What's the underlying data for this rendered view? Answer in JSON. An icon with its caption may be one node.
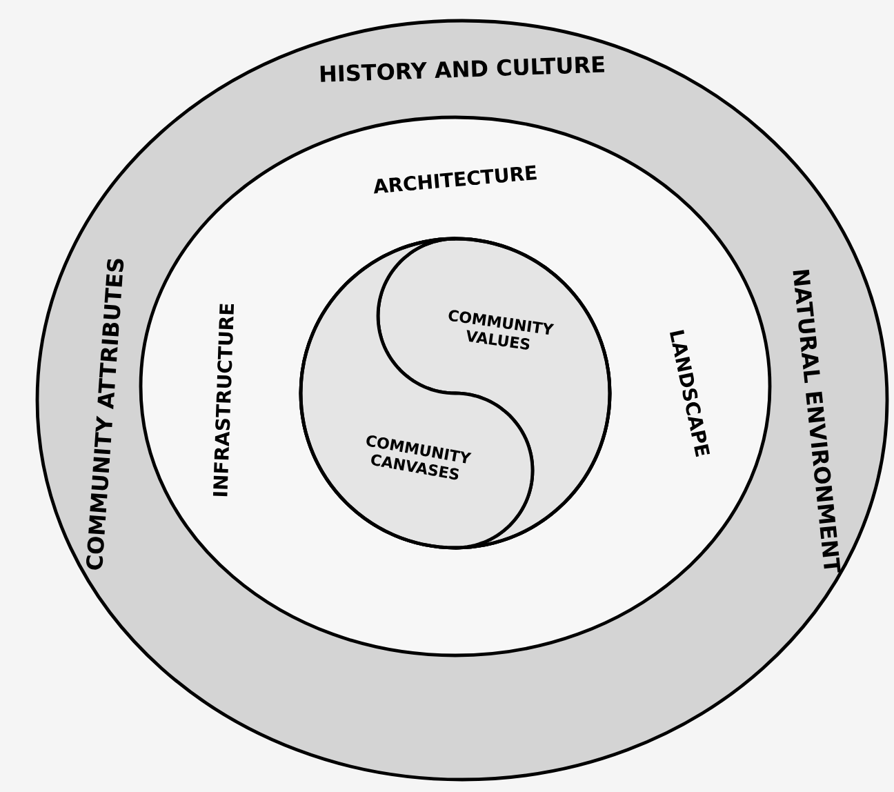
{
  "diagram": {
    "nodes": [
      {
        "text": [
          "HISTORY AND CULTURE",
          "NATURAL ENVIRONMENT",
          "COMMUNITY ATTRIBUTES"
        ]
      },
      {
        "text": [
          "ARCHITECTURE",
          "LANDSCAPE",
          "INFRASTRUCTURE"
        ],
        "in": 0
      },
      {
        "text": [],
        "shape": "circle",
        "in": 1
      },
      {
        "text": [
          "COMMUNITY VALUES"
        ],
        "in": 2
      },
      {
        "text": [
          "COMMUNITY CANVASES"
        ],
        "in": 2
      }
    ]
  }
}
